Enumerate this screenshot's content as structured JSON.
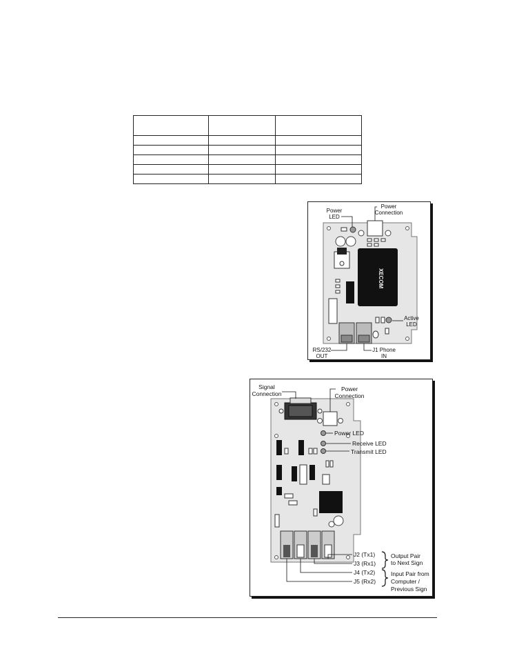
{
  "figure1": {
    "labels": {
      "power_led": [
        "Power",
        "LED"
      ],
      "power_connection": [
        "Power",
        "Connection"
      ],
      "active_led": [
        "Active",
        "LED"
      ],
      "rs232_out": [
        "RS/232",
        "OUT"
      ],
      "j1_phone_in": [
        "J1 Phone",
        "IN"
      ],
      "chip_brand": "XECOM"
    }
  },
  "figure2": {
    "labels": {
      "signal_connection": [
        "Signal",
        "Connection"
      ],
      "power_connection": [
        "Power",
        "Connection"
      ],
      "power_led": "Power LED",
      "receive_led": "Receive LED",
      "transmit_led": "Transmit LED",
      "j2": "J2 (Tx1)",
      "j3": "J3 (Rx1)",
      "j4": "J4 (Tx2)",
      "j5": "J5 (Rx2)",
      "output_pair": [
        "Output Pair",
        "to Next Sign"
      ],
      "input_pair": [
        "Input Pair from",
        "Computer /",
        "Previous Sign"
      ]
    }
  }
}
